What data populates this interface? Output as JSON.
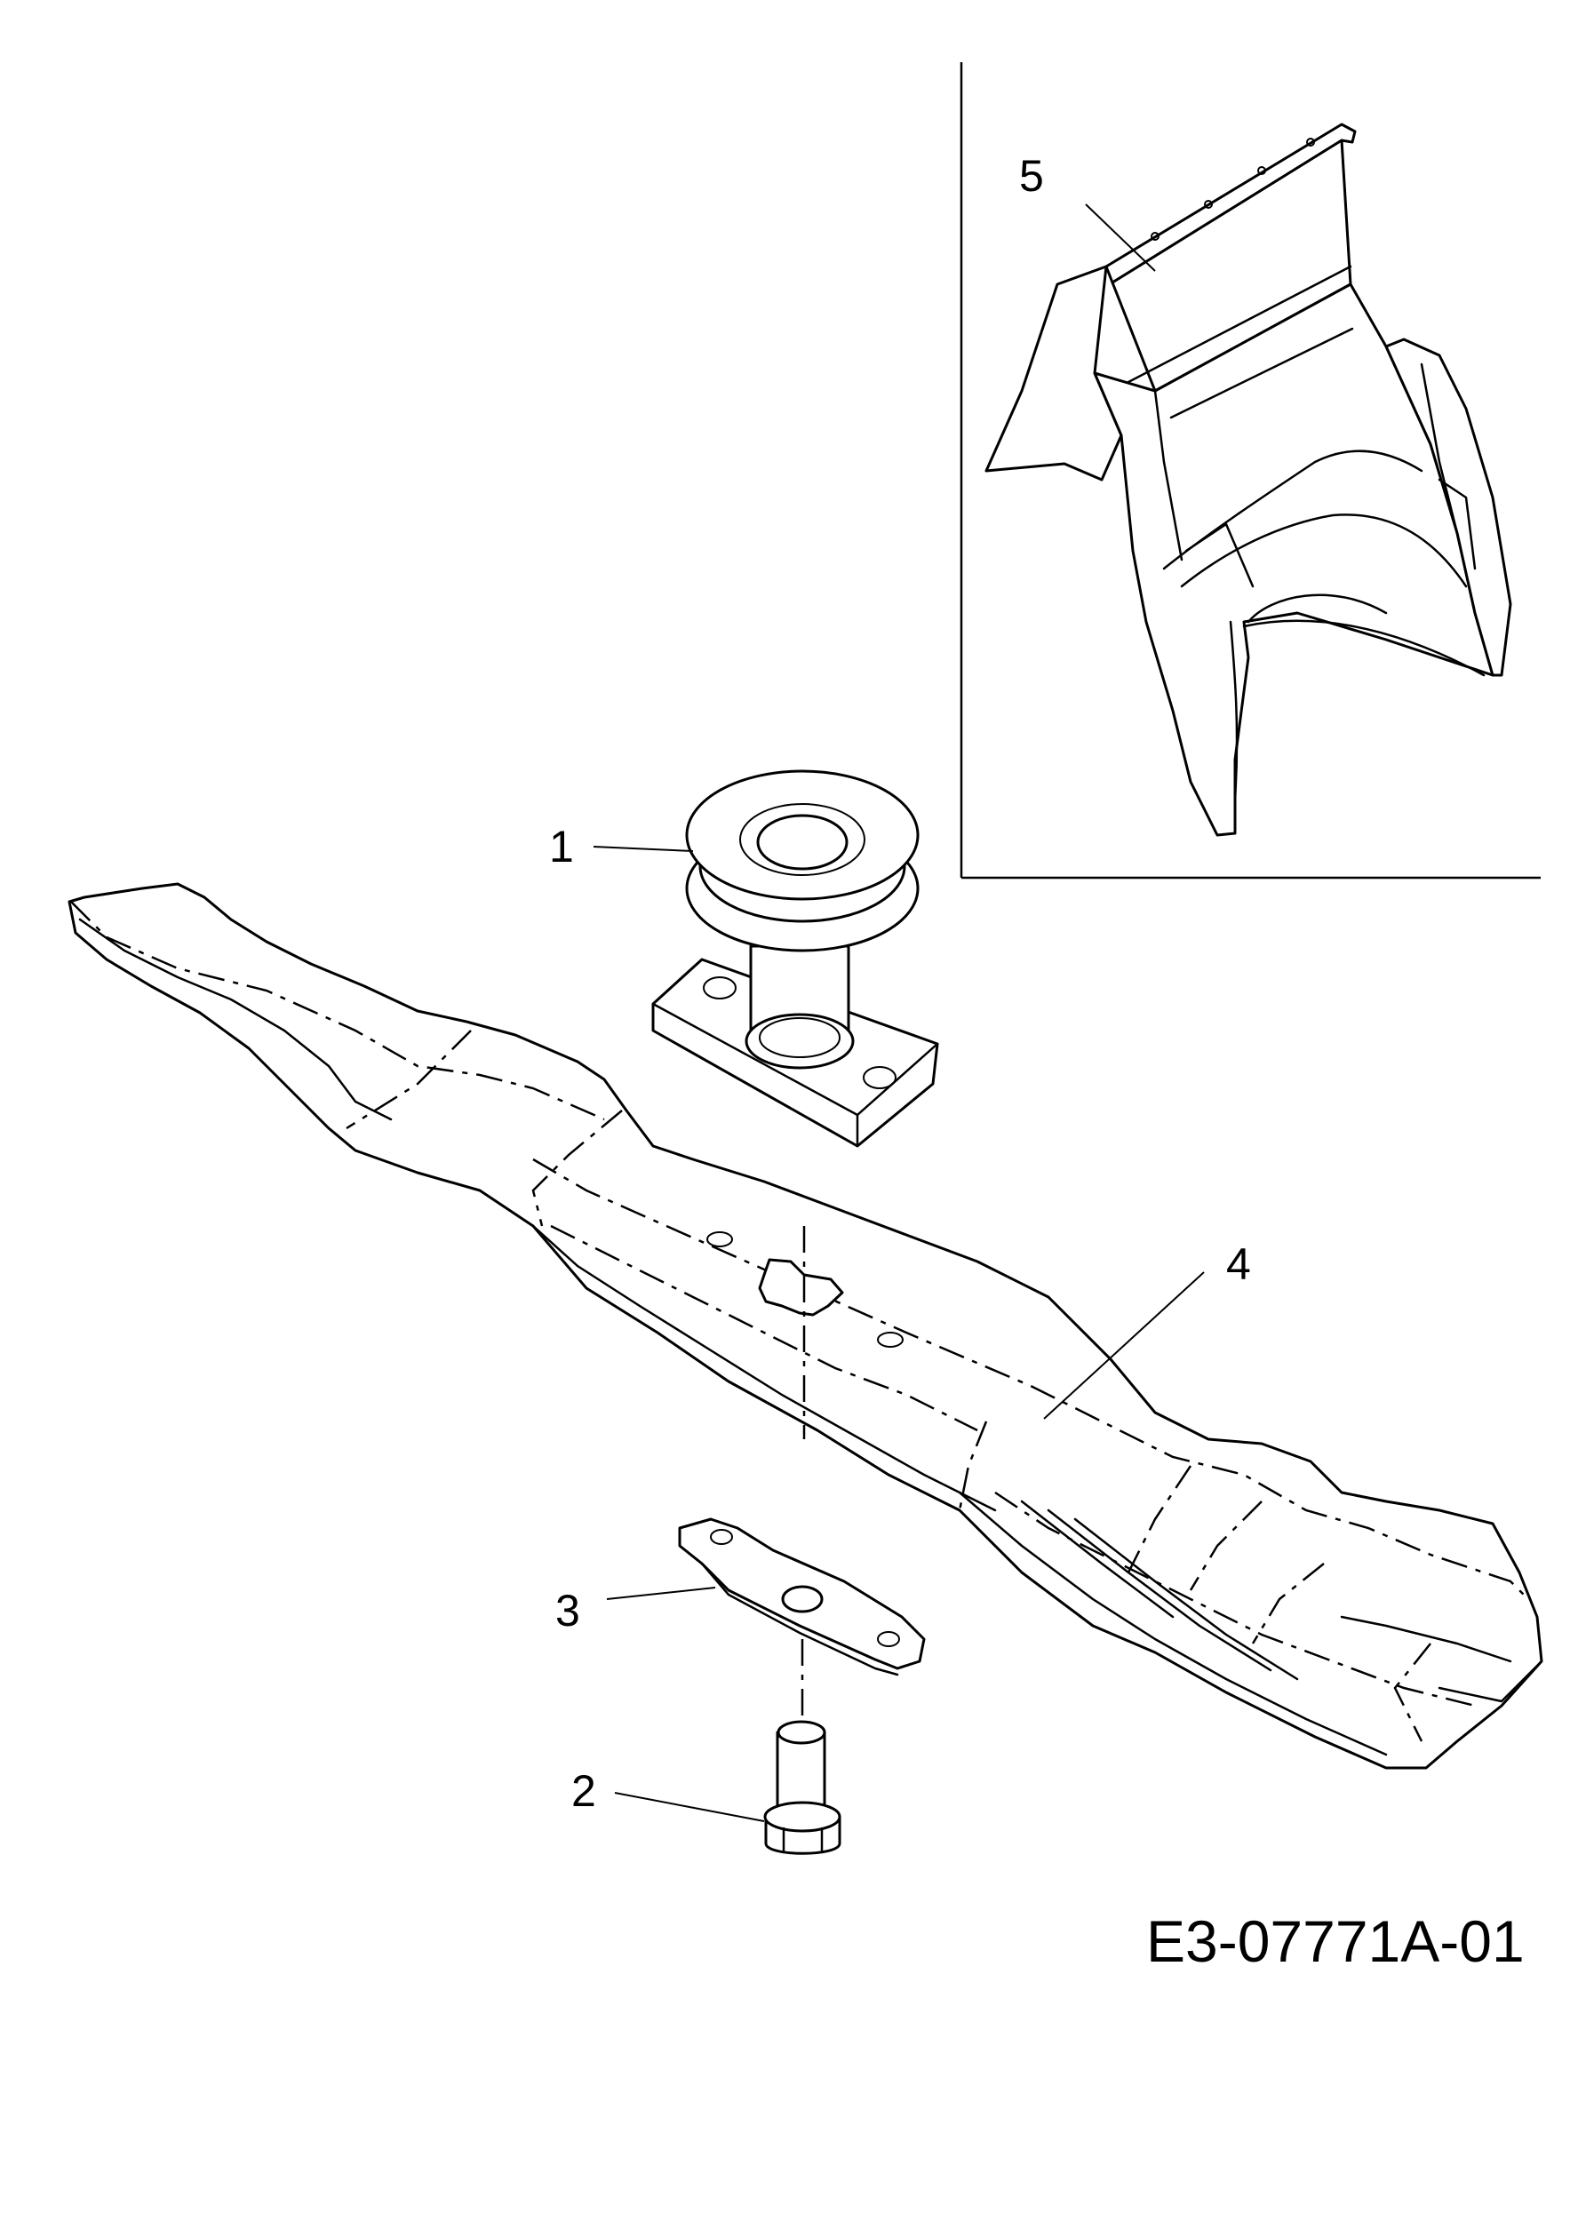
{
  "callouts": {
    "c1": "1",
    "c2": "2",
    "c3": "3",
    "c4": "4",
    "c5": "5"
  },
  "drawing_code": "E3-07771A-01",
  "colors": {
    "ink": "#000000",
    "paper": "#ffffff"
  }
}
